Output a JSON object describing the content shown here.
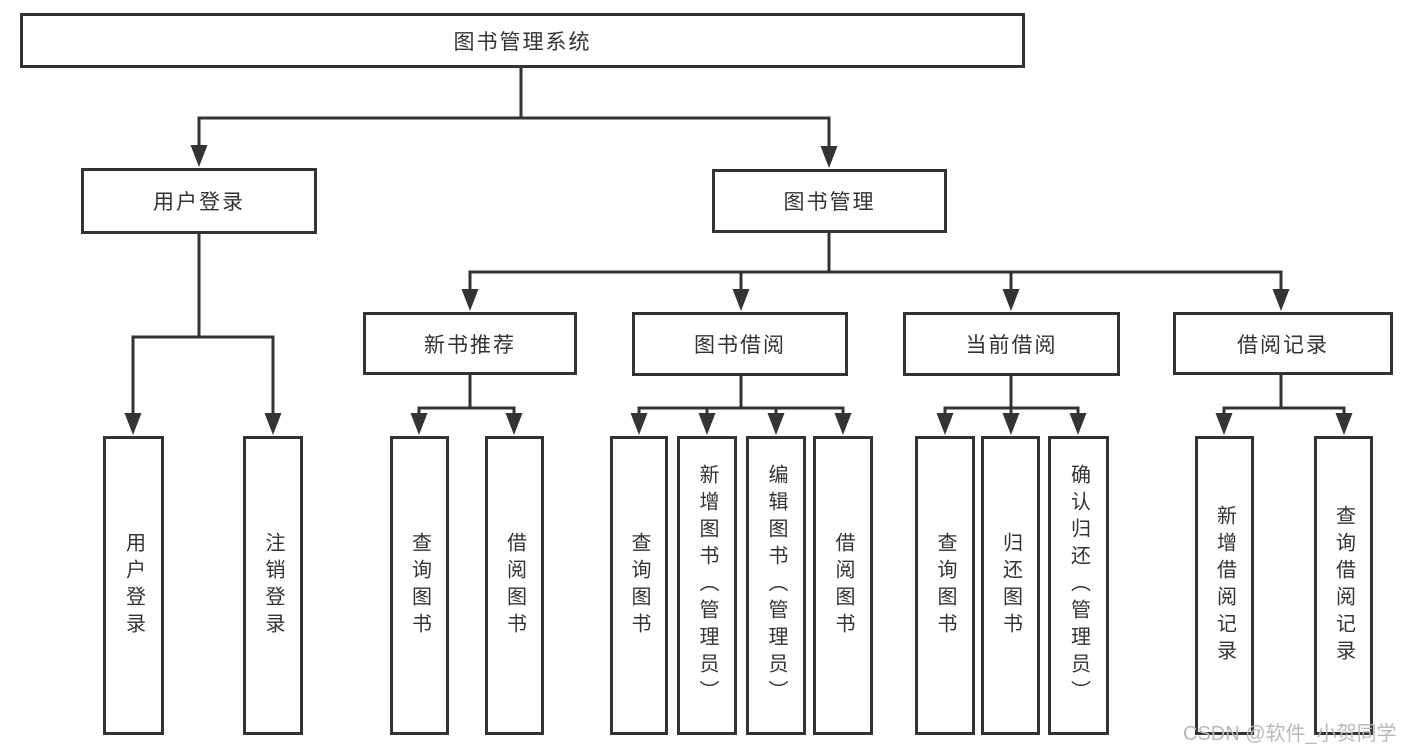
{
  "diagram_title": "图书管理系统",
  "tree": {
    "root": {
      "label": "图书管理系统"
    },
    "branches": [
      {
        "label": "用户登录",
        "children": [
          {
            "label": "用户登录"
          },
          {
            "label": "注销登录"
          }
        ]
      },
      {
        "label": "图书管理",
        "children": [
          {
            "label": "新书推荐",
            "children": [
              {
                "label": "查询图书"
              },
              {
                "label": "借阅图书"
              }
            ]
          },
          {
            "label": "图书借阅",
            "children": [
              {
                "label": "查询图书"
              },
              {
                "label": "新增图书（管理员）"
              },
              {
                "label": "编辑图书（管理员）"
              },
              {
                "label": "借阅图书"
              }
            ]
          },
          {
            "label": "当前借阅",
            "children": [
              {
                "label": "查询图书"
              },
              {
                "label": "归还图书"
              },
              {
                "label": "确认归还（管理员）"
              }
            ]
          },
          {
            "label": "借阅记录",
            "children": [
              {
                "label": "新增借阅记录"
              },
              {
                "label": "查询借阅记录"
              }
            ]
          }
        ]
      }
    ]
  },
  "watermark": "CSDN @软件_小贺同学",
  "colors": {
    "line": "#333333",
    "text": "#333333",
    "watermark": "#b9b9b9",
    "background": "#ffffff"
  }
}
